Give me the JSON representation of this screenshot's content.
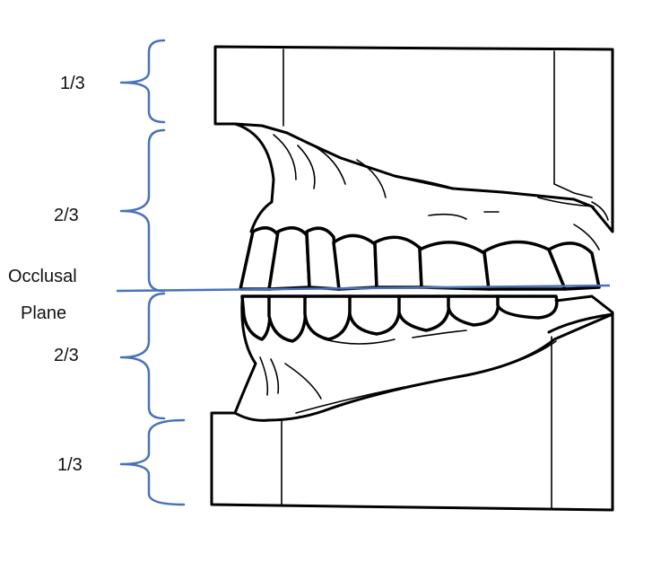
{
  "diagram": {
    "labels": {
      "upper_base": "1/3",
      "upper_teeth": "2/3",
      "occlusal_line1": "Occlusal",
      "occlusal_line2": "Plane",
      "lower_teeth": "2/3",
      "lower_base": "1/3"
    },
    "colors": {
      "brace": "#4a72b8",
      "plane": "#4a72b8",
      "outline": "#000000",
      "text": "#111111"
    }
  }
}
